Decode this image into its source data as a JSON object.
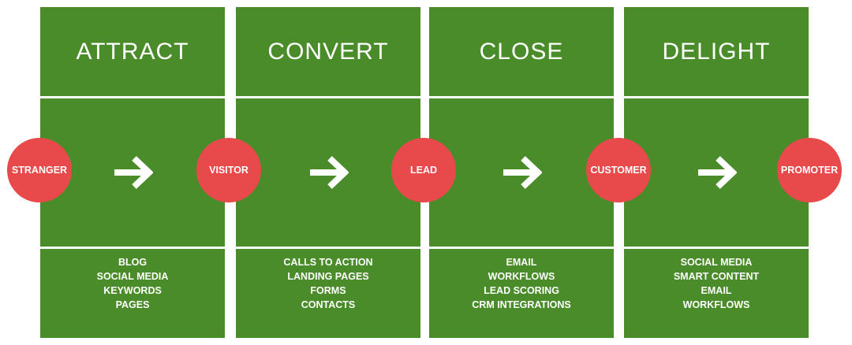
{
  "stages": [
    {
      "title": "ATTRACT",
      "tools": [
        "BLOG",
        "SOCIAL MEDIA",
        "KEYWORDS",
        "PAGES"
      ]
    },
    {
      "title": "CONVERT",
      "tools": [
        "CALLS TO ACTION",
        "LANDING PAGES",
        "FORMS",
        "CONTACTS"
      ]
    },
    {
      "title": "CLOSE",
      "tools": [
        "EMAIL",
        "WORKFLOWS",
        "LEAD SCORING",
        "CRM INTEGRATIONS"
      ]
    },
    {
      "title": "DELIGHT",
      "tools": [
        "SOCIAL MEDIA",
        "SMART CONTENT",
        "EMAIL",
        "WORKFLOWS"
      ]
    }
  ],
  "milestones": [
    "STRANGER",
    "VISITOR",
    "LEAD",
    "CUSTOMER",
    "PROMOTER"
  ],
  "colors": {
    "panel": "#4a8c2a",
    "circle": "#e8494a",
    "text": "#ffffff"
  },
  "icons": {
    "arrow": "arrow-right-icon"
  }
}
